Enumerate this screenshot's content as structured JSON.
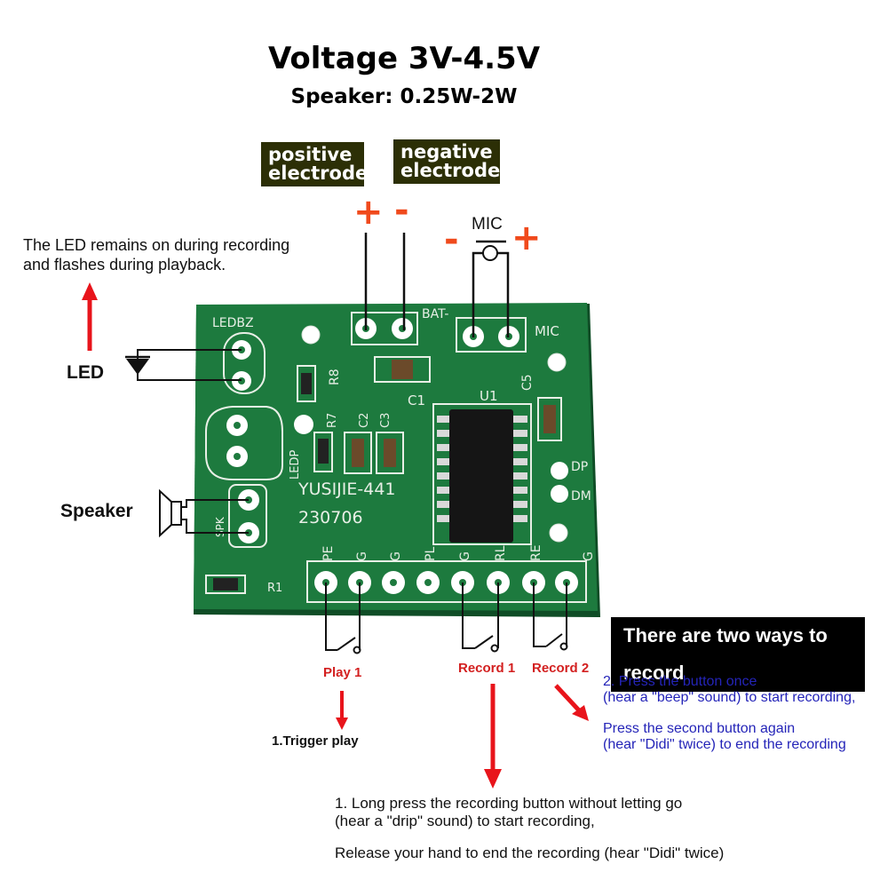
{
  "header": {
    "voltage": "Voltage 3V-4.5V",
    "speaker_power": "Speaker: 0.25W-2W"
  },
  "power": {
    "positive_label": "positive electrode",
    "negative_label": "negative electrode",
    "plus": "+",
    "minus": "-"
  },
  "mic": {
    "label": "MIC",
    "minus": "-",
    "plus": "+"
  },
  "led": {
    "note_line1": "The LED remains on during recording",
    "note_line2": "and flashes during playback.",
    "label": "LED"
  },
  "speaker": {
    "label": "Speaker"
  },
  "board": {
    "labels": {
      "ledbz": "LEDBZ",
      "bat": "BAT-",
      "mic": "MIC",
      "r8": "R8",
      "c1": "C1",
      "u1": "U1",
      "c5": "C5",
      "r7": "R7",
      "c2": "C2",
      "c3": "C3",
      "ledp": "LEDP",
      "dp": "DP",
      "dm": "DM",
      "model": "YUSIJIE-441",
      "date": "230706",
      "spk": "SPK",
      "r1": "R1",
      "pin_pe": "PE",
      "pin_g1": "G",
      "pin_g2": "G",
      "pin_pl": "PL",
      "pin_g3": "G",
      "pin_rl": "RL",
      "pin_re": "RE",
      "pin_g4": "G"
    }
  },
  "buttons": {
    "play1": "Play 1",
    "record1": "Record 1",
    "record2": "Record 2"
  },
  "trigger_play": "1.Trigger play",
  "ways_banner": "There are two ways to record",
  "method2": {
    "line1": "2. Press the button once",
    "line2": "(hear a \"beep\" sound) to start recording,",
    "line3": "Press the second button again",
    "line4": "(hear \"Didi\" twice) to end the recording"
  },
  "method1": {
    "line1": "1. Long press the recording button without letting go",
    "line2": "(hear a \"drip\" sound) to start recording,",
    "line3": "Release your hand to end the recording (hear \"Didi\" twice)"
  },
  "colors": {
    "pcb_green": "#1d7a3e",
    "accent_red": "#e8141b",
    "sign_orange": "#f04a1c",
    "method_blue": "#2424b8",
    "dark_box": "#2c2f06"
  }
}
